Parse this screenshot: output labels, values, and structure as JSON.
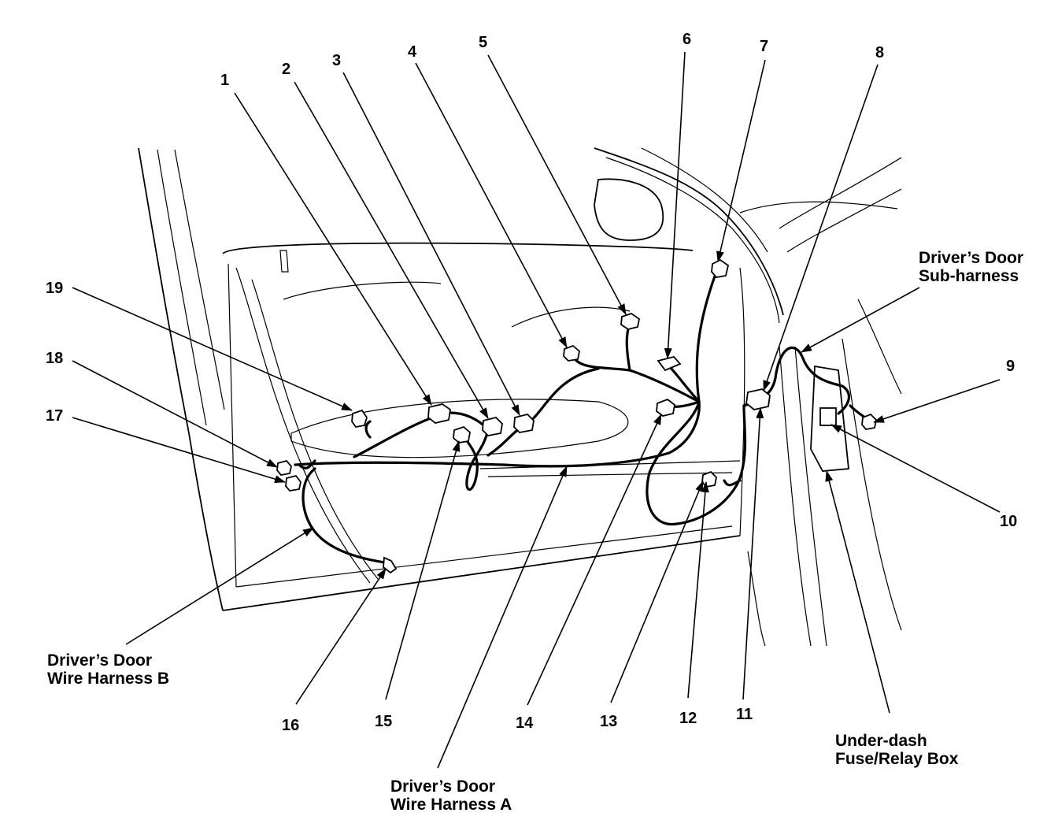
{
  "callouts": {
    "n1": "1",
    "n2": "2",
    "n3": "3",
    "n4": "4",
    "n5": "5",
    "n6": "6",
    "n7": "7",
    "n8": "8",
    "n9": "9",
    "n10": "10",
    "n11": "11",
    "n12": "12",
    "n13": "13",
    "n14": "14",
    "n15": "15",
    "n16": "16",
    "n17": "17",
    "n18": "18",
    "n19": "19"
  },
  "labels": {
    "sub_harness_line1": "Driver’s Door",
    "sub_harness_line2": "Sub-harness",
    "harness_b_line1": "Driver’s Door",
    "harness_b_line2": "Wire Harness B",
    "harness_a_line1": "Driver’s Door",
    "harness_a_line2": "Wire Harness A",
    "fuse_box_line1": "Under-dash",
    "fuse_box_line2": "Fuse/Relay Box"
  }
}
